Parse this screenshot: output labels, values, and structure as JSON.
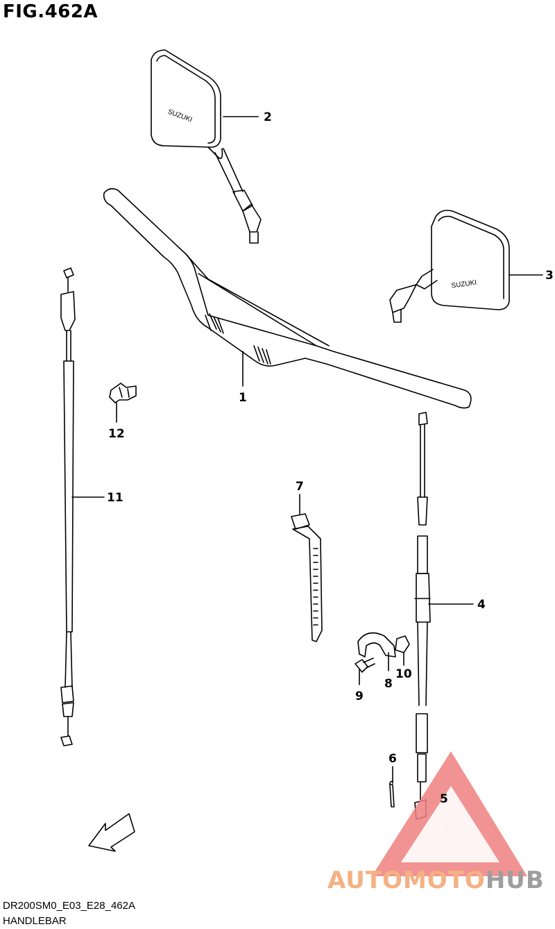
{
  "figure": {
    "title": "FIG.462A",
    "model_code": "DR200SM0_E03_E28_462A",
    "section_name": "HANDLEBAR"
  },
  "callouts": [
    "1",
    "2",
    "3",
    "4",
    "5",
    "6",
    "7",
    "8",
    "9",
    "10",
    "11",
    "12"
  ],
  "fwd_arrow_label": "FWD",
  "mirror_logo_text": "SUZUKI",
  "watermark": {
    "text_part1": "AUTOMOTO",
    "text_part2": "HUB",
    "color_primary": "#f08080",
    "color_secondary": "#9e9e9e"
  }
}
